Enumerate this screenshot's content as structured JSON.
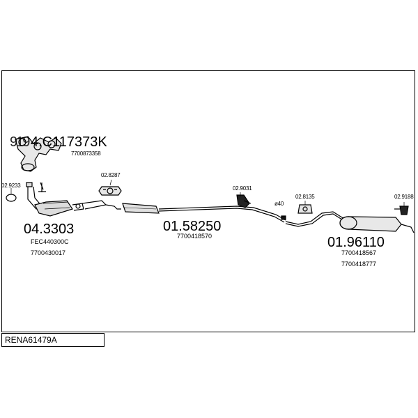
{
  "diagram_code": "RENA61479A",
  "parts": {
    "manifold": {
      "number": "4.C117373K",
      "prefix_overlap": "919",
      "ref": "7700873358"
    },
    "front_pipe": {
      "number": "04.3303",
      "refs": [
        "FEC440300C",
        "7700430017"
      ]
    },
    "middle_silencer": {
      "number": "01.58250",
      "ref": "7700418570"
    },
    "rear_silencer": {
      "number": "01.96110",
      "refs": [
        "7700418567",
        "7700418777"
      ]
    },
    "gasket_ring": {
      "number": "02.9233"
    },
    "clamp_front": {
      "number": "02.8287"
    },
    "mount_1": {
      "number": "02.9031"
    },
    "mount_2": {
      "number": "02.8135"
    },
    "mount_3": {
      "number": "02.9188"
    },
    "pipe_diameter": {
      "label": "ø40"
    }
  }
}
